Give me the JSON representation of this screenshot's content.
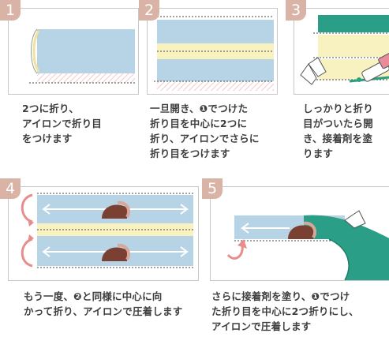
{
  "steps": [
    {
      "number": "1",
      "caption": "2つに折り、\nアイロンで折り目\nをつけます"
    },
    {
      "number": "2",
      "caption": "一旦開き、❶でつけた\n折り目を中心に2つに\n折り、アイロンでさらに\n折り目をつけます"
    },
    {
      "number": "3",
      "caption": "しっかりと折り\n目がついたら開\nき、接着剤を塗\nります"
    },
    {
      "number": "4",
      "caption": "もう一度、❷と同様に中心に向\nかって折り、アイロンで圧着します"
    },
    {
      "number": "5",
      "caption": "さらに接着剤を塗り、❶でつけ\nた折り目を中心に2つ折りにし、\nアイロンで圧着します"
    }
  ],
  "colors": {
    "badge": "#d9b3a6",
    "fabric_blue": "#b7d4e6",
    "fabric_yellow": "#f7f2c0",
    "fabric_green": "#2a9e87",
    "hatch_pink": "#f2c9cc",
    "iron_brown": "#7a4032",
    "arrow_pink": "#e88c8c"
  },
  "icons": [
    "iron-icon",
    "glue-tube-icon",
    "fold-arrow-icon",
    "direction-arrow-icon"
  ]
}
